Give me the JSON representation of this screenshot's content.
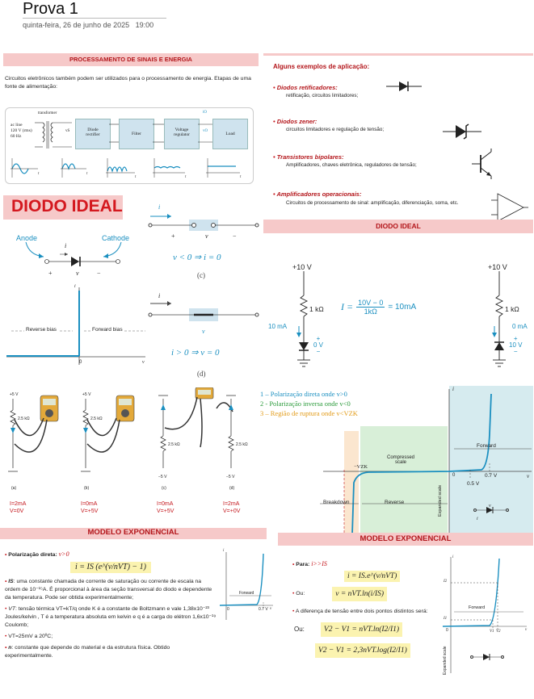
{
  "page": {
    "title": "Prova 1",
    "date": "quinta-feira, 26 de junho de 2025",
    "time": "19:00"
  },
  "signals": {
    "header": "PROCESSAMENTO DE SINAIS E ENERGIA",
    "intro": "Circuitos eletrônicos também podem ser utilizados para o processamento de energia. Etapas de uma fonte de alimentação:",
    "source_lines": [
      "ac line",
      "120 V (rms)",
      "60 Hz"
    ],
    "transformer": "transformer",
    "blocks": [
      "Diode rectifier",
      "Filter",
      "Voltage regulator",
      "Load"
    ],
    "vs_label": "vS",
    "vo_label": "vO",
    "io_label": "iO",
    "waves": [
      "t",
      "t",
      "t",
      "t",
      "t"
    ]
  },
  "examples": {
    "header": "Alguns exemplos de aplicação:",
    "items": [
      {
        "title": "Diodos retificadores:",
        "desc": "retificação, circuitos limitadores;"
      },
      {
        "title": "Diodos zener:",
        "desc": "circuitos limitadores e regulação de tensão;"
      },
      {
        "title": "Transistores bipolares:",
        "desc": "Amplificadores, chaves eletrônica, reguladores de tensão;"
      },
      {
        "title": "Amplificadores operacionais:",
        "desc": "Circuitos de processamento de sinal: amplificação, diferenciação, soma, etc."
      }
    ]
  },
  "ideal": {
    "big_title": "DIODO IDEAL",
    "right_header": "DIODO IDEAL",
    "anode": "Anode",
    "cathode": "Cathode",
    "i_label": "i",
    "v_label": "v",
    "plus": "+",
    "minus": "−",
    "case_c_eq": "v < 0 ⇒ i = 0",
    "case_c": "(c)",
    "case_d_eq": "i > 0 ⇒ v = 0",
    "case_d": "(d)",
    "reverse_bias": "Reverse bias",
    "forward_bias": "Forward bias",
    "origin": "0",
    "axis_i": "i",
    "axis_v": "v",
    "circ_vcc": "+10 V",
    "circ_r": "1 kΩ",
    "circ_eq_left": "I =",
    "circ_eq_num": "10V − 0",
    "circ_eq_den": "1kΩ",
    "circ_eq_right": "= 10mA",
    "circ_left_current": "10 mA",
    "circ_left_v": "0 V",
    "circ_right_current": "0 mA",
    "circ_right_v": "10 V"
  },
  "meters": {
    "circuit_labels": [
      "(a)",
      "(b)",
      "(c)",
      "(d)"
    ],
    "supply_top": [
      "+5 V",
      "+5 V",
      "",
      ""
    ],
    "supply_bottom": [
      "",
      "",
      "−5 V",
      "−5 V"
    ],
    "resistor": "2.5 kΩ",
    "readings": [
      {
        "i": "I=2mA",
        "v": "V=0V"
      },
      {
        "i": "I=0mA",
        "v": "V=+5V"
      },
      {
        "i": "I=0mA",
        "v": "V=+5V"
      },
      {
        "i": "I=2mA",
        "v": "V=+0V"
      }
    ]
  },
  "characteristic": {
    "legend": [
      "1 – Polarização direta onde v>0",
      "2 - Polarização inversa onde v<0",
      "3 – Região de ruptura onde v<VZK"
    ],
    "forward": "Forward",
    "compressed": "Compressed scale",
    "vzk": "−VZK",
    "v07": "0.7 V",
    "v05": "0.5 V",
    "breakdown": "Breakdown",
    "reverse": "Reverse",
    "expanded": "Expanded scale",
    "axis_i": "i",
    "axis_v": "v",
    "zero": "0",
    "small_v": "v",
    "small_i": "i"
  },
  "exp_left": {
    "header": "MODELO EXPONENCIAL",
    "direct_label": "Polarização direta:",
    "direct_cond": "v>0",
    "eq_main": "i = IS (e^(v/nVT) − 1)",
    "is_term": "IS",
    "is_desc": ": uma constante chamada de corrente de saturação ou corrente de escala na ordem de 10⁻¹⁵A. É proporcional à área da seção transversal do diodo e dependente da temperatura. Pode ser obtida experimentalmente;",
    "vt_term": "VT",
    "vt_desc": ": tensão térmica VT=kT/q onde K é a constante de Boltzmann e vale 1,38x10⁻²³ Joules/kelvin , T é a temperatura absoluta em kelvin e q é a carga do elétron 1,6x10⁻¹⁹ Coulomb;",
    "vt_value": "VT=25mV a 20ºC;",
    "n_term": "n",
    "n_desc": ": constante que depende do material e da estrutura física. Obtido experimentalmente.",
    "graph_forward": "Forward",
    "graph_0": "0",
    "graph_07": "0.7 V",
    "graph_i": "i",
    "graph_v": "v"
  },
  "exp_right": {
    "header": "MODELO EXPONENCIAL",
    "para_label": "Para:",
    "para_cond": "i>>IS",
    "eq1": "i = IS.e^(v/nVT)",
    "ou1": "Ou:",
    "eq2": "v = nVT.ln(i/IS)",
    "diff_text": "A diferença de tensão entre dois pontos distintos será:",
    "ou2": "Ou:",
    "eq3": "V2 − V1 = nVT.ln(I2/I1)",
    "eq4": "V2 − V1 = 2,3nVT.log(I2/I1)",
    "graph_forward": "Forward",
    "graph_i2": "I2",
    "graph_i1": "I1",
    "graph_v1": "V1",
    "graph_v2": "V2",
    "graph_0": "0",
    "graph_expanded": "Expanded scale",
    "graph_i": "i",
    "graph_v": "v"
  }
}
